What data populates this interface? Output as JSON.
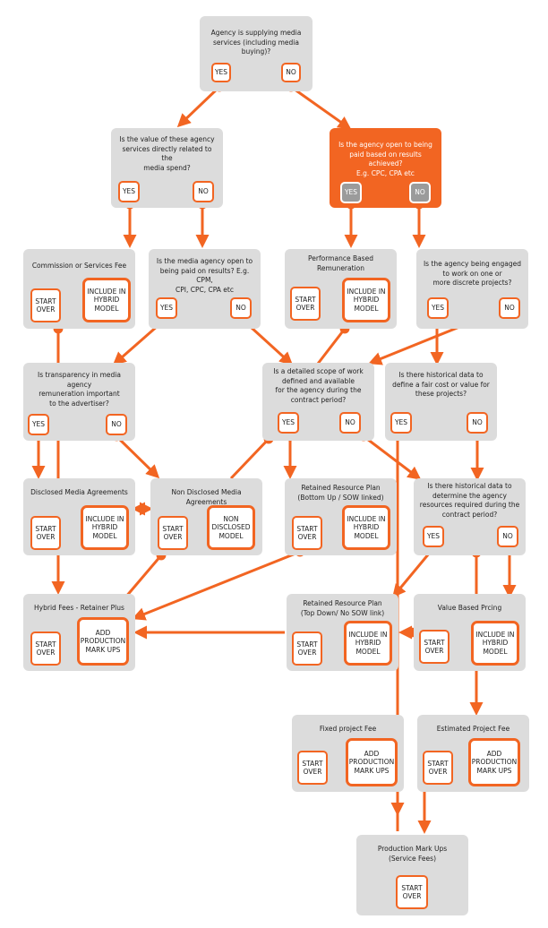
{
  "accent_color": "#f26522",
  "nodes": {
    "q_supplying": {
      "text": "Agency is supplying media\nservices (including media buying)?",
      "yes": "YES",
      "no": "NO"
    },
    "q_value": {
      "text": "Is the value of these agency\nservices directly related to the\nmedia spend?",
      "yes": "YES",
      "no": "NO"
    },
    "q_results": {
      "text": "Is the agency open to being\npaid based on results achieved?\nE.g. CPC, CPA etc",
      "yes": "YES",
      "no": "NO"
    },
    "commission": {
      "title": "Commission or Services Fee",
      "start": "START\nOVER",
      "action": "INCLUDE IN\nHYBRID\nMODEL"
    },
    "q_media_results": {
      "text": "Is the media agency open to\nbeing paid on results? E.g. CPM,\nCPI, CPC, CPA etc",
      "yes": "YES",
      "no": "NO"
    },
    "performance": {
      "title": "Performance Based\nRemuneration",
      "start": "START\nOVER",
      "action": "INCLUDE IN\nHYBRID\nMODEL"
    },
    "q_discrete": {
      "text": "Is the agency being engaged\nto work on one or\nmore discrete projects?",
      "yes": "YES",
      "no": "NO"
    },
    "q_transparency": {
      "text": "Is transparency in media agency\nremuneration important\nto the advertiser?",
      "yes": "YES",
      "no": "NO"
    },
    "q_scope": {
      "text": "Is a detailed scope of work\ndefined and available\nfor the agency during the\ncontract period?",
      "yes": "YES",
      "no": "NO"
    },
    "q_hist_cost": {
      "text": "Is there historical data to\ndefine a fair cost or value for\nthese projects?",
      "yes": "YES",
      "no": "NO"
    },
    "disclosed": {
      "title": "Disclosed Media Agreements",
      "start": "START\nOVER",
      "action": "INCLUDE IN\nHYBRID\nMODEL"
    },
    "non_disclosed": {
      "title": "Non Disclosed Media Agreements",
      "start": "START\nOVER",
      "action": "NON\nDISCLOSED\nMODEL"
    },
    "retained_bu": {
      "title": "Retained Resource Plan\n(Bottom Up / SOW linked)",
      "start": "START\nOVER",
      "action": "INCLUDE IN\nHYBRID\nMODEL"
    },
    "q_hist_resources": {
      "text": "Is there historical data to\ndetermine the agency\nresources required during the\ncontract period?",
      "yes": "YES",
      "no": "NO"
    },
    "hybrid_retainer": {
      "title": "Hybrid Fees - Retainer Plus",
      "start": "START\nOVER",
      "action": "ADD\nPRODUCTION\nMARK UPS"
    },
    "retained_td": {
      "title": "Retained Resource Plan\n(Top Down/ No SOW link)",
      "start": "START\nOVER",
      "action": "INCLUDE IN\nHYBRID\nMODEL"
    },
    "value_based": {
      "title": "Value Based Prcing",
      "start": "START\nOVER",
      "action": "INCLUDE IN\nHYBRID\nMODEL"
    },
    "fixed_fee": {
      "title": "Fixed project Fee",
      "start": "START\nOVER",
      "action": "ADD\nPRODUCTION\nMARK UPS"
    },
    "estimated_fee": {
      "title": "Estimated Project Fee",
      "start": "START\nOVER",
      "action": "ADD\nPRODUCTION\nMARK UPS"
    },
    "production": {
      "title": "Production Mark Ups\n(Service Fees)",
      "start": "START\nOVER"
    }
  }
}
